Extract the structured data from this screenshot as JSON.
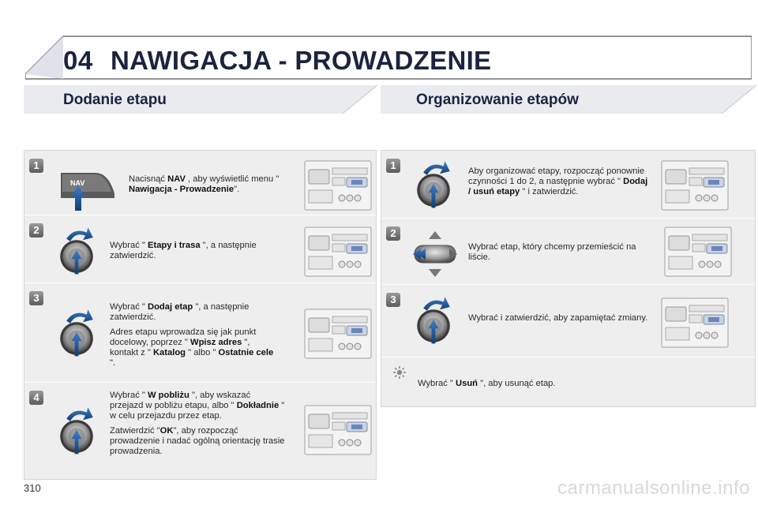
{
  "header": {
    "chapter_number": "04",
    "chapter_title": "NAWIGACJA - PROWADZENIE"
  },
  "left_section": {
    "title": "Dodanie etapu",
    "steps": [
      {
        "number": "1",
        "icon": "nav-button-icon",
        "nav_key_label": "NAV",
        "t1": "Nacisnąć ",
        "b1": "NAV",
        "t2": " , aby wyświetlić menu \" ",
        "b2": "Nawigacja - Prowadzenie",
        "t3": "\"."
      },
      {
        "number": "2",
        "icon": "rotary-knob-icon",
        "t1": "Wybrać \" ",
        "b1": "Etapy i trasa",
        "t2": " \", a następnie zatwierdzić."
      },
      {
        "number": "3",
        "icon": "rotary-knob-icon",
        "t1": "Wybrać \" ",
        "b1": "Dodaj etap",
        "t2": " \", a następnie zatwierdzić.",
        "p2a": "Adres etapu wprowadza się jak punkt docelowy, poprzez \" ",
        "p2b": "Wpisz adres",
        "p2c": " \", kontakt z \" ",
        "p2d": "Katalog",
        "p2e": " \" albo \" ",
        "p2f": "Ostatnie cele",
        "p2g": " \"."
      },
      {
        "number": "4",
        "icon": "rotary-knob-icon",
        "t1": "Wybrać \" ",
        "b1": "W pobliżu",
        "t2": " \", aby wskazać przejazd w pobliżu etapu, albo \" ",
        "b2": "Dokładnie",
        "t3": " \" w celu przejazdu przez etap.",
        "p2a": "Zatwierdzić \"",
        "p2b": "OK",
        "p2c": "\", aby rozpocząć prowadzenie i nadać ogólną orientację trasie prowadzenia."
      }
    ]
  },
  "right_section": {
    "title": "Organizowanie etapów",
    "steps": [
      {
        "number": "1",
        "icon": "rotary-knob-icon",
        "t1": "Aby organizować etapy, rozpocząć ponownie czynności 1 do 2, a następnie wybrać \" ",
        "b1": "Dodaj / usuń etapy",
        "t2": " \" i zatwierdzić."
      },
      {
        "number": "2",
        "icon": "directional-pad-icon",
        "t1": "Wybrać etap, który chcemy przemieścić na liście."
      },
      {
        "number": "3",
        "icon": "rotary-knob-icon",
        "t1": "Wybrać i zatwierdzić, aby zapamiętać zmiany."
      }
    ],
    "tip": {
      "icon": "light-bulb-icon",
      "t1": "Wybrać \" ",
      "b1": "Usuń",
      "t2": " \", aby usunąć etap."
    }
  },
  "footer": {
    "page_number": "310",
    "watermark": "carmanualsonline.info"
  },
  "colors": {
    "title": "#1c2340",
    "row_bg": "#eeeeee",
    "arrow_blue": "#1e4f8a"
  }
}
